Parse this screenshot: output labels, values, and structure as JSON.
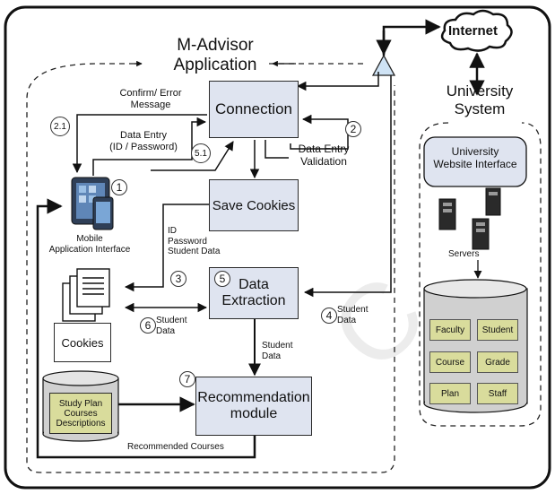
{
  "app": {
    "title_line1": "M-Advisor",
    "title_line2": "Application"
  },
  "university": {
    "title_line1": "University",
    "title_line2": "System",
    "website_line1": "University",
    "website_line2": "Website Interface",
    "servers": "Servers",
    "db_cells": [
      "Faculty",
      "Student",
      "Course",
      "Grade",
      "Plan",
      "Staff"
    ]
  },
  "internet": "Internet",
  "boxes": {
    "connection": "Connection",
    "save_cookies": "Save Cookies",
    "data_extraction_line1": "Data",
    "data_extraction_line2": "Extraction",
    "recommendation_line1": "Recommendation",
    "recommendation_line2": "module",
    "cookies": "Cookies"
  },
  "mobile": {
    "line1": "Mobile",
    "line2": "Application Interface"
  },
  "study_plan": {
    "line1": "Study Plan",
    "line2": "Courses",
    "line3": "Descriptions"
  },
  "labels": {
    "confirm_line1": "Confirm/ Error",
    "confirm_line2": "Message",
    "data_entry_line1": "Data Entry",
    "data_entry_line2": "(ID / Password)",
    "validation_line1": "Data Entry",
    "validation_line2": "Validation",
    "id": "ID",
    "password": "Password",
    "student_data": "Student Data",
    "student_6_line1": "Student",
    "student_6_line2": "Data",
    "student_4_line1": "Student",
    "student_4_line2": "Data",
    "student_mid_line1": "Student",
    "student_mid_line2": "Data",
    "recommended": "Recommended Courses"
  },
  "steps": {
    "s1": "1",
    "s2": "2",
    "s21": "2.1",
    "s3": "3",
    "s4": "4",
    "s5": "5",
    "s51": "5.1",
    "s6": "6",
    "s7": "7"
  },
  "watermark": "Copy",
  "colors": {
    "box_fill": "#dfe4f0",
    "db_fill": "#d0d0d0",
    "db_cell_fill": "#d9dc9c",
    "router_fill": "#cfe3f5",
    "watermark": "#e6e6e6"
  }
}
